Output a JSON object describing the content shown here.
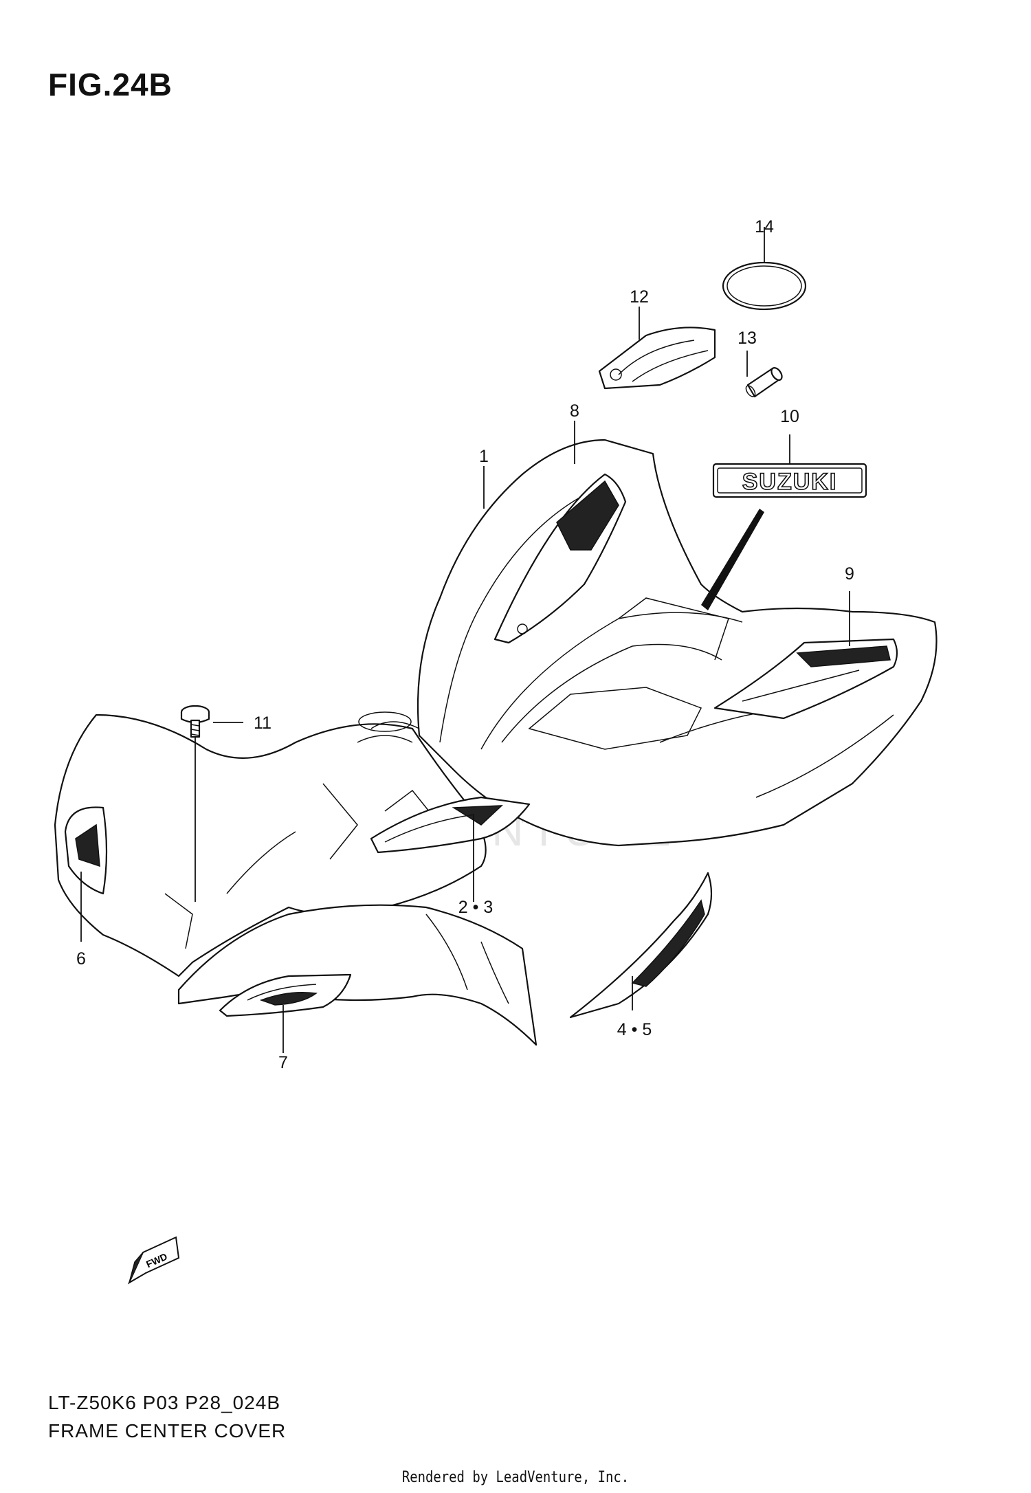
{
  "figure": {
    "title": "FIG.24B",
    "model_code": "LT-Z50K6 P03 P28_024B",
    "name": "FRAME CENTER COVER"
  },
  "footer": {
    "credit": "Rendered by LeadVenture, Inc."
  },
  "watermark": {
    "text": "VENTURE"
  },
  "direction_tag": {
    "label": "FWD"
  },
  "decal": {
    "text": "SUZUKI"
  },
  "callouts": {
    "c1": "1",
    "c23": "2 • 3",
    "c45": "4 • 5",
    "c6": "6",
    "c7": "7",
    "c8": "8",
    "c9": "9",
    "c10": "10",
    "c11": "11",
    "c12": "12",
    "c13": "13",
    "c14": "14"
  }
}
